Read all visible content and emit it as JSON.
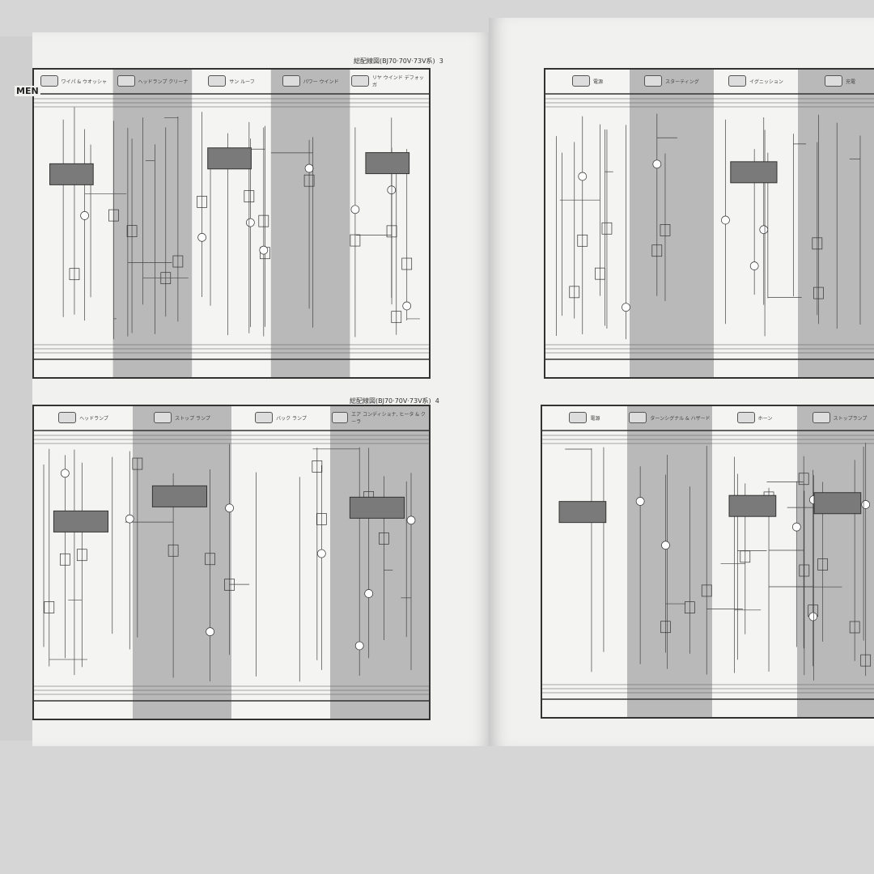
{
  "left_page": {
    "cut_label": "MEN",
    "top_title": "総配線図(BJ70·70V·73V系)",
    "top_page_number": "3",
    "bottom_title": "総配線図(BJ70·70V·73V系)",
    "bottom_page_number": "4",
    "top_sections": [
      "ワイパ & ウオッシャ",
      "ヘッドランプ クリーナ",
      "サン ルーフ",
      "パワー ウインド",
      "リヤ ウインド デフォッガ"
    ],
    "bottom_sections": [
      "ヘッドランプ",
      "ストップ ランプ",
      "バック ランプ",
      "エア コンディショナ, ヒータ & クーラ"
    ]
  },
  "right_page": {
    "top_sections": [
      "電源",
      "スターティング",
      "イグニッション",
      "充電"
    ],
    "bottom_sections": [
      "電源",
      "ターンシグナル & ハザード",
      "ホーン",
      "ストップランプ"
    ]
  },
  "colors": {
    "paper": "#f1f1f0",
    "shade": "#b9b9b9",
    "line": "#444444",
    "background": "#d6d6d6"
  }
}
